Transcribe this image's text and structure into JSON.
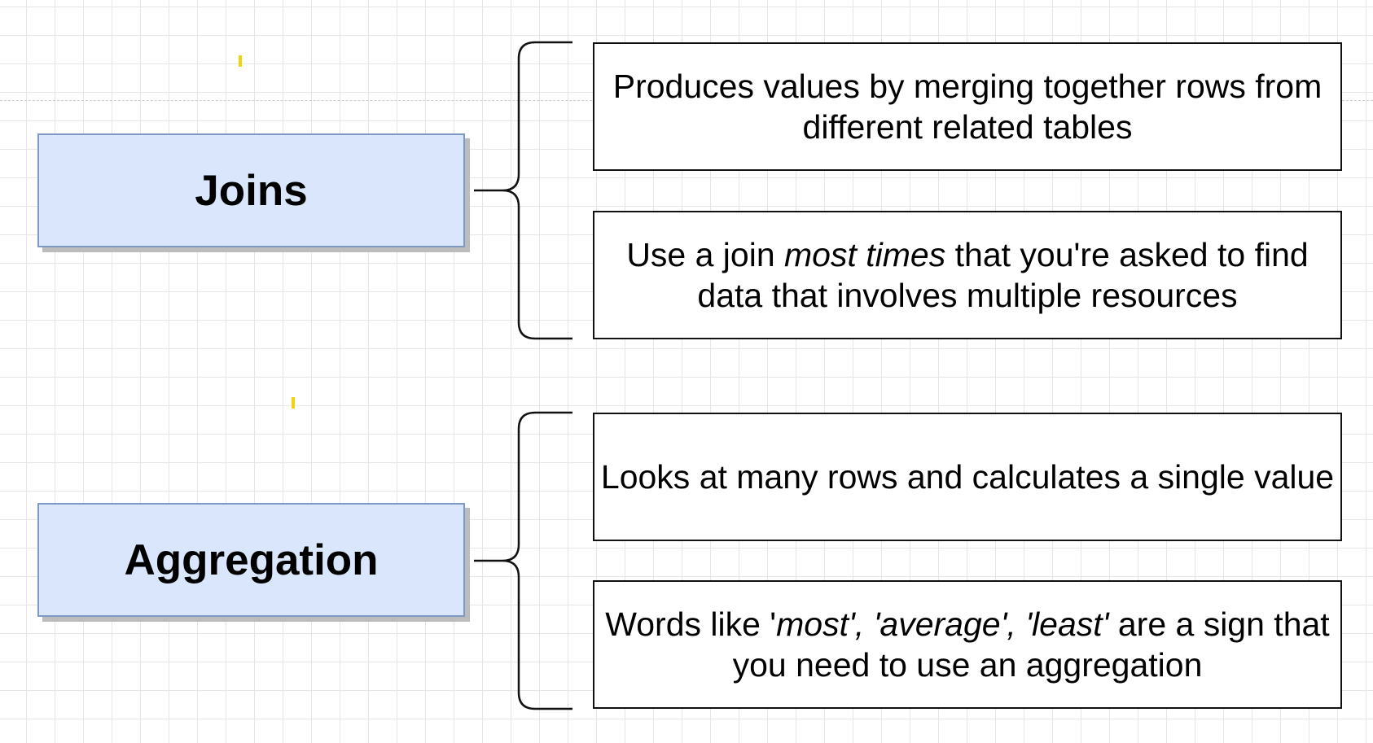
{
  "topics": [
    {
      "label": "Joins",
      "notes": [
        {
          "parts": [
            {
              "text": "Produces values by merging together rows from different related tables",
              "italic": false
            }
          ]
        },
        {
          "parts": [
            {
              "text": "Use a join ",
              "italic": false
            },
            {
              "text": "most times",
              "italic": true
            },
            {
              "text": " that you're asked to find data that involves multiple resources",
              "italic": false
            }
          ]
        }
      ]
    },
    {
      "label": "Aggregation",
      "notes": [
        {
          "parts": [
            {
              "text": "Looks at many rows and calculates a single value",
              "italic": false
            }
          ]
        },
        {
          "parts": [
            {
              "text": "Words like '",
              "italic": false
            },
            {
              "text": "most', 'average', 'least'",
              "italic": true
            },
            {
              "text": " are a sign that you need to use an aggregation",
              "italic": false
            }
          ]
        }
      ]
    }
  ],
  "colors": {
    "topic_fill": "#dae6fb",
    "topic_border": "#7f9ac2",
    "note_border": "#111111",
    "grid": "#e6e6e6",
    "cursor_marker": "#f2d20c"
  }
}
